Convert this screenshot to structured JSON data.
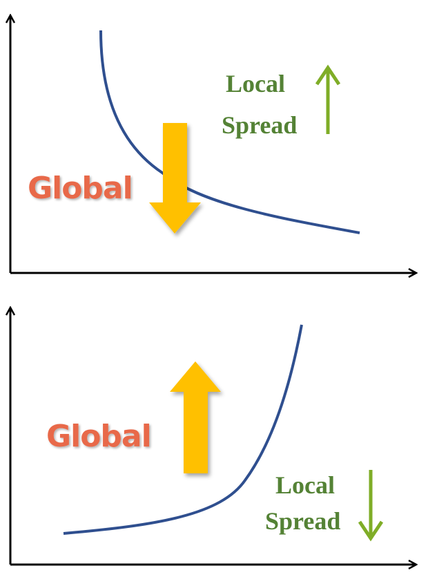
{
  "panels": [
    {
      "id": "top",
      "global_label": "Global",
      "local_label_line1": "Local",
      "local_label_line2": "Spread",
      "global_direction": "down",
      "local_direction": "up"
    },
    {
      "id": "bottom",
      "global_label": "Global",
      "local_label_line1": "Local",
      "local_label_line2": "Spread",
      "global_direction": "up",
      "local_direction": "down"
    }
  ],
  "colors": {
    "curve": "#2f4f8f",
    "global_text": "#e8694a",
    "global_arrow": "#ffc000",
    "local_text": "#548235",
    "local_arrow": "#7fad27",
    "axis": "#000000"
  }
}
